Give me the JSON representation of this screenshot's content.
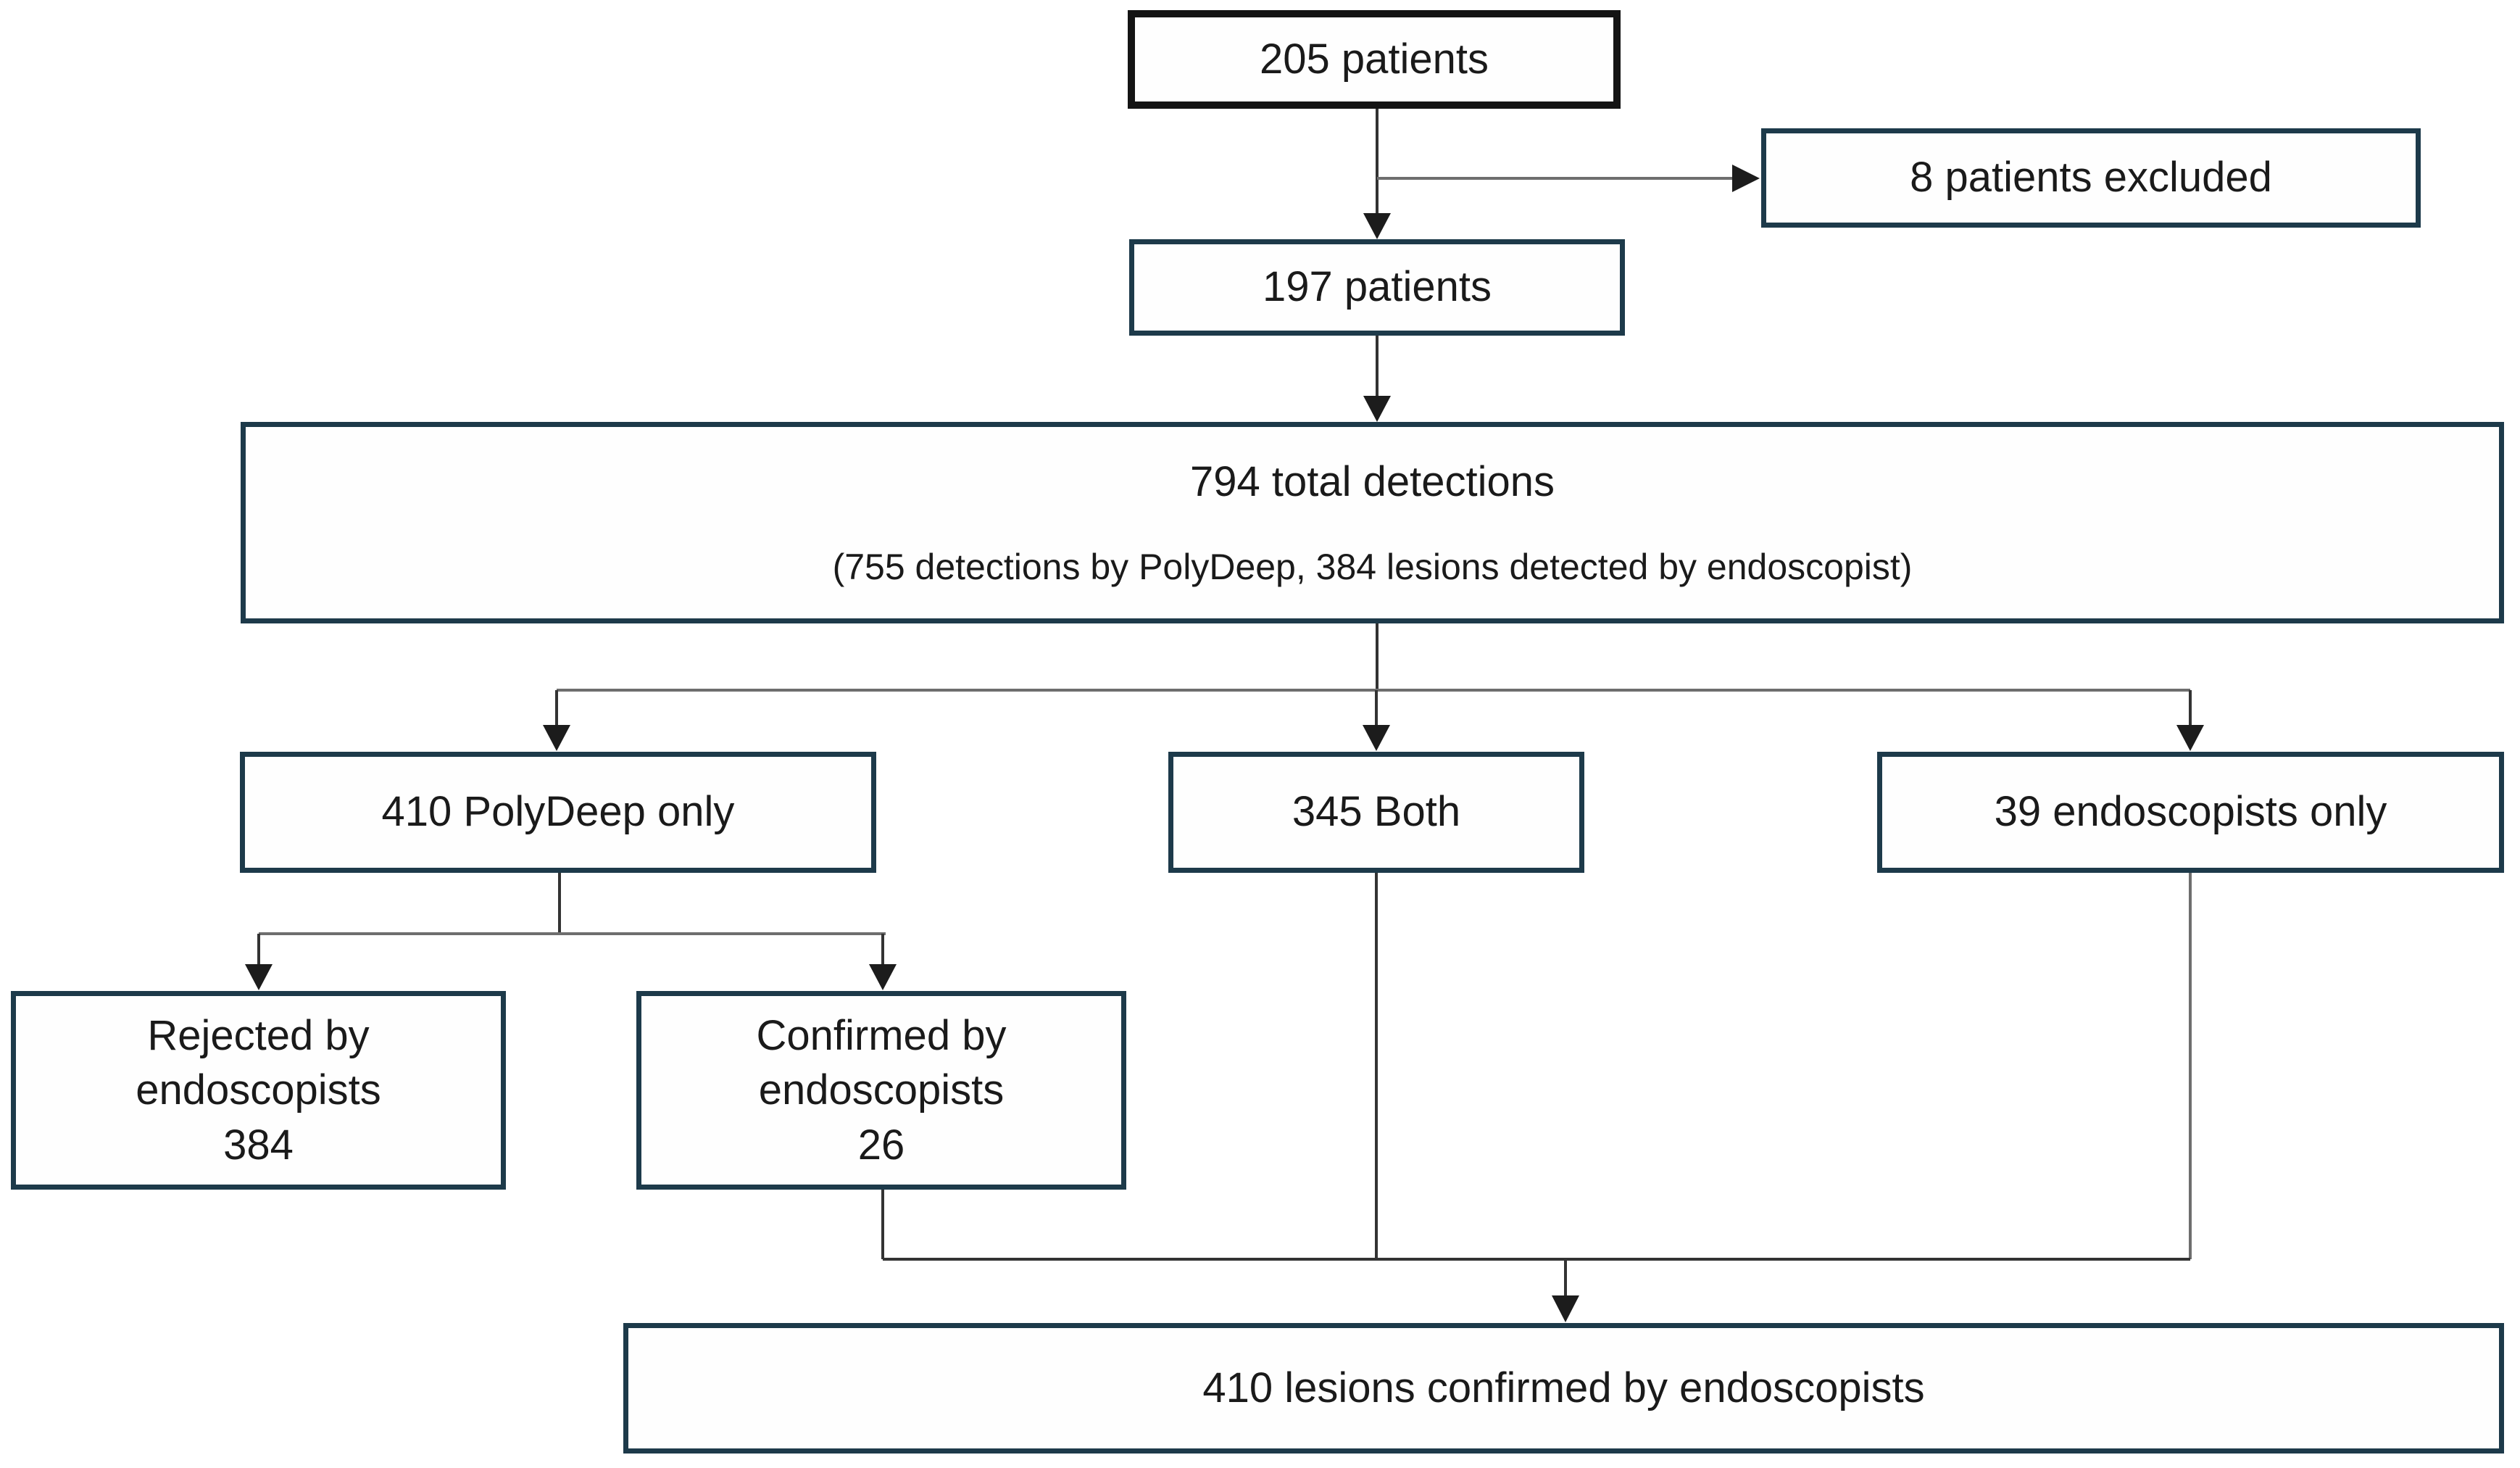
{
  "figure_type": "patient-lesion flow diagram",
  "colors": {
    "top_box_border": "#141414",
    "box_border": "#1d3a4a",
    "box_fill": "#fefefe",
    "connector_dark": "#333333",
    "connector_gray": "#6e6e6e",
    "text": "#1a1a1a",
    "background": "#ffffff"
  },
  "boxes": {
    "patients_initial": {
      "label": "205 patients"
    },
    "patients_excluded": {
      "label": "8 patients excluded"
    },
    "patients_included": {
      "label": "197 patients"
    },
    "total_detections": {
      "title": "794 total detections",
      "detail": "(755 detections by PolyDeep, 384 lesions detected by endoscopist)"
    },
    "polydeep_only": {
      "label": "410 PolyDeep only"
    },
    "both": {
      "label": "345 Both"
    },
    "endoscopists_only": {
      "label": "39 endoscopists only"
    },
    "rejected_by_endoscopists": {
      "label_line1": "Rejected by",
      "label_line2": "endoscopists",
      "count": "384"
    },
    "confirmed_by_endoscopists": {
      "label_line1": "Confirmed by",
      "label_line2": "endoscopists",
      "count": "26"
    },
    "lesions_confirmed": {
      "label": "410 lesions confirmed by endoscopists"
    }
  }
}
